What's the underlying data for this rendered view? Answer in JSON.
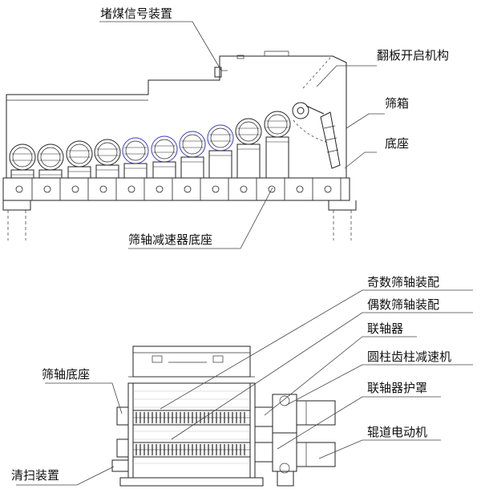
{
  "top_view": {
    "labels": {
      "block_signal": "堵煤信号装置",
      "flap_mechanism": "翻板开启机构",
      "screen_box": "筛箱",
      "base": "底座",
      "reducer_base": "筛轴减速器底座"
    }
  },
  "bottom_view": {
    "labels": {
      "odd_shaft": "奇数筛轴装配",
      "even_shaft": "偶数筛轴装配",
      "coupling": "联轴器",
      "gear_reducer": "圆柱齿柱减速机",
      "coupling_guard": "联轴器护罩",
      "roller_motor": "辊道电动机",
      "shaft_base": "筛轴底座",
      "cleaning": "清扫装置"
    }
  },
  "colors": {
    "line": "#222222",
    "accent_roller": "#3a3acc"
  }
}
